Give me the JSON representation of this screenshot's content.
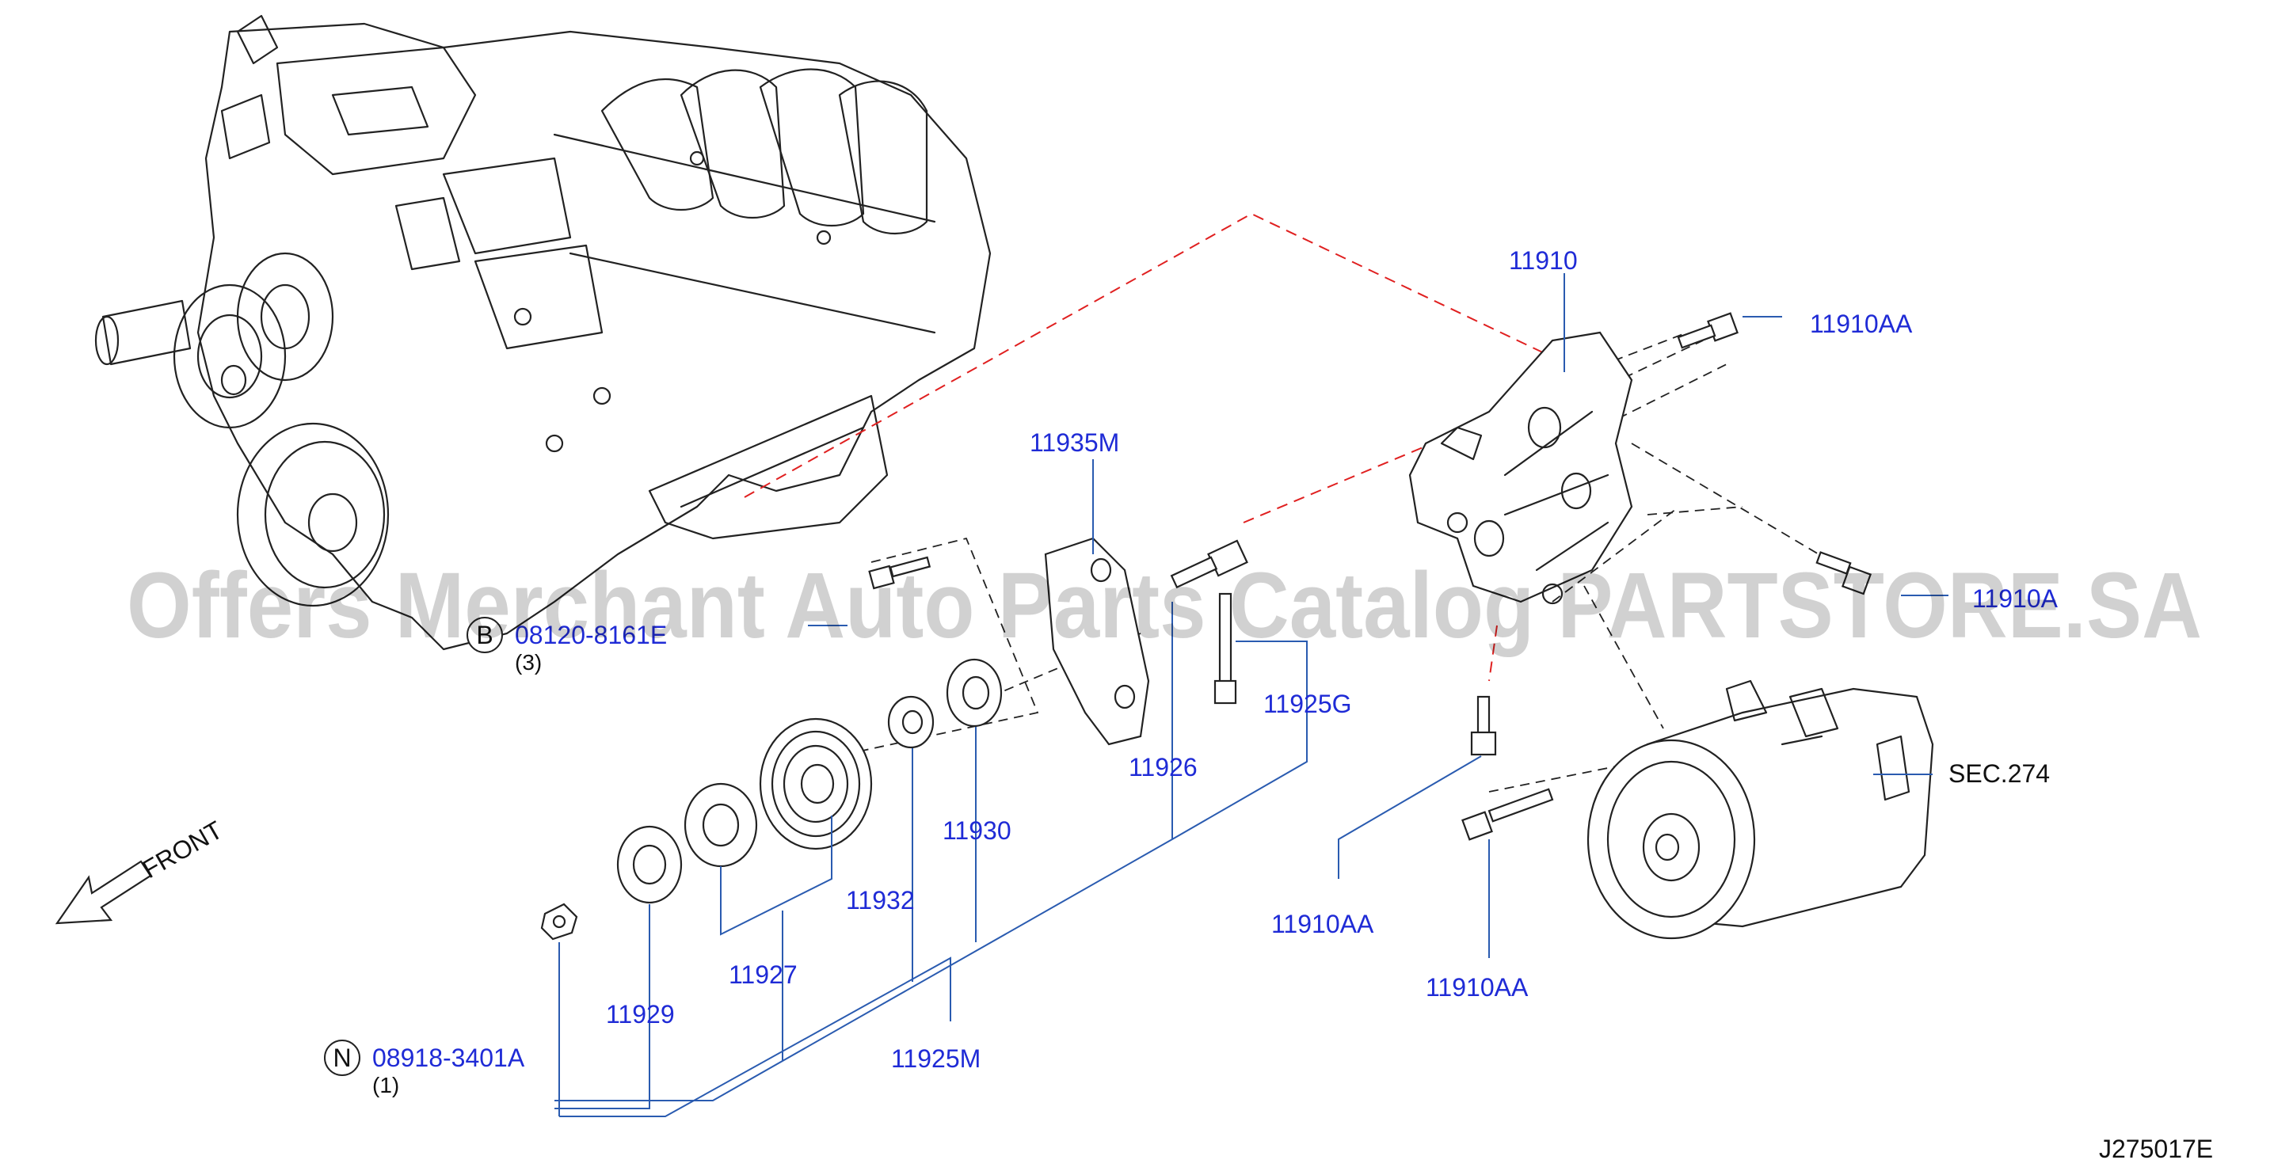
{
  "labels": {
    "p11910": "11910",
    "p11910AA_top": "11910AA",
    "p11910A_right": "11910A",
    "p11935M": "11935M",
    "p11925G": "11925G",
    "p11926": "11926",
    "p11930": "11930",
    "p11932": "11932",
    "p11927": "11927",
    "p11929": "11929",
    "p11925M": "11925M",
    "p11910AA_mid": "11910AA",
    "p11910AA_low": "11910AA",
    "sec274": "SEC.274",
    "bolt_B": "08120-8161E",
    "nut_N": "08918-3401A",
    "front": "FRONT",
    "diagram_id": "J275017E"
  },
  "symbols": {
    "B": "B",
    "N": "N"
  },
  "quantities": {
    "bolt_B": "(3)",
    "nut_N": "(1)"
  },
  "watermark": "Offers Merchant Auto Parts Catalog PARTSTORE.SA",
  "colors": {
    "label": "#1f2bd6",
    "leader": "#2a5bb0",
    "red_dash": "#e02020"
  }
}
